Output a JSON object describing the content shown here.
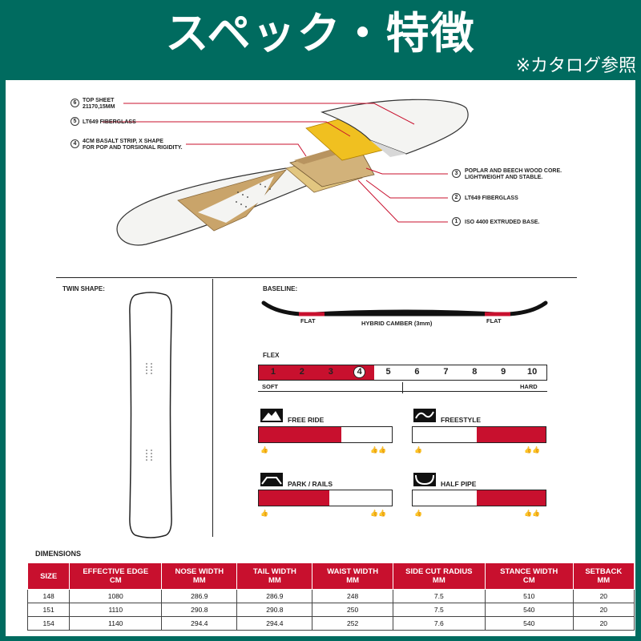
{
  "header": {
    "title": "スペック・特徴",
    "note": "※カタログ参照"
  },
  "construction": [
    {
      "n": "6",
      "text": "TOP SHEET\n21170,15MM"
    },
    {
      "n": "5",
      "text": "LT649 FIBERGLASS"
    },
    {
      "n": "4",
      "text": "4CM BASALT STRIP, X SHAPE\nFOR POP AND TORSIONAL RIGIDITY."
    },
    {
      "n": "3",
      "text": "POPLAR AND BEECH WOOD CORE.\nLIGHTWEIGHT AND STABLE."
    },
    {
      "n": "2",
      "text": "LT649 FIBERGLASS"
    },
    {
      "n": "1",
      "text": "ISO 4400 EXTRUDED BASE."
    }
  ],
  "shape": {
    "label": "TWIN SHAPE:"
  },
  "baseline": {
    "label": "BASELINE:",
    "left_tag": "FLAT",
    "center_tag": "HYBRID CAMBER (3mm)",
    "right_tag": "FLAT"
  },
  "flex": {
    "label": "FLEX",
    "scale": [
      "1",
      "2",
      "3",
      "4",
      "5",
      "6",
      "7",
      "8",
      "9",
      "10"
    ],
    "value": 4,
    "soft_label": "SOFT",
    "hard_label": "HARD"
  },
  "ratings": [
    {
      "name": "FREE RIDE",
      "start": 0.0,
      "end": 0.62
    },
    {
      "name": "FREESTYLE",
      "start": 0.48,
      "end": 1.0
    },
    {
      "name": "PARK / RAILS",
      "start": 0.0,
      "end": 0.53
    },
    {
      "name": "HALF PIPE",
      "start": 0.48,
      "end": 1.0
    }
  ],
  "dimensions": {
    "title": "DIMENSIONS",
    "headers": [
      "SIZE",
      "EFFECTIVE EDGE\nCM",
      "NOSE WIDTH\nMM",
      "TAIL WIDTH\nMM",
      "WAIST WIDTH\nMM",
      "SIDE CUT RADIUS\nMM",
      "STANCE WIDTH\nCM",
      "SETBACK\nMM"
    ],
    "rows": [
      [
        "148",
        "1080",
        "286.9",
        "286.9",
        "248",
        "7.5",
        "510",
        "20"
      ],
      [
        "151",
        "1110",
        "290.8",
        "290.8",
        "250",
        "7.5",
        "540",
        "20"
      ],
      [
        "154",
        "1140",
        "294.4",
        "294.4",
        "252",
        "7.6",
        "540",
        "20"
      ]
    ]
  },
  "colors": {
    "brand": "#006b5f",
    "accent": "#c8102e"
  }
}
